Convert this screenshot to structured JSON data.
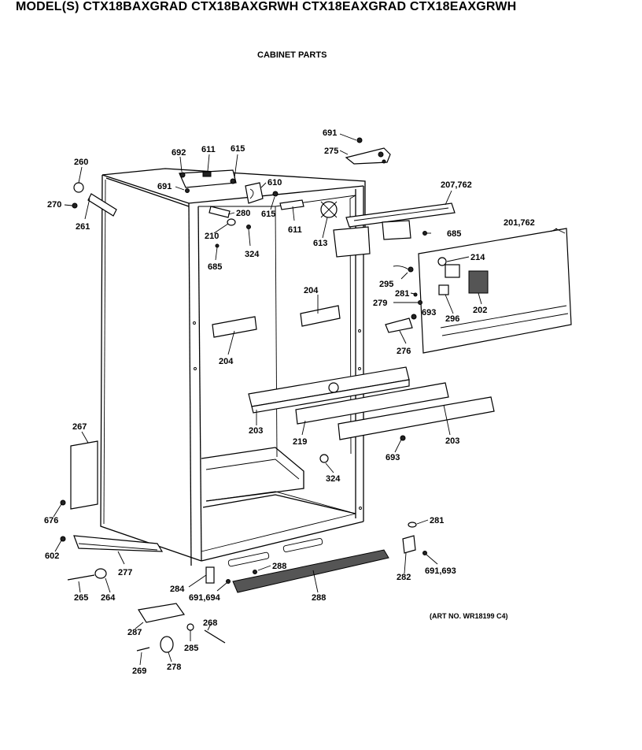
{
  "header": {
    "models": "MODEL(S) CTX18BAXGRAD  CTX18BAXGRWH  CTX18EAXGRAD  CTX18EAXGRWH",
    "subtitle": "CABINET PARTS"
  },
  "footer": {
    "art_no": "(ART NO. WR18199 C4)"
  },
  "callouts": {
    "c691_top": "691",
    "c275": "275",
    "c692": "692",
    "c611_top": "611",
    "c615_top": "615",
    "c260": "260",
    "c691_mid": "691",
    "c610": "610",
    "c270": "270",
    "c261_top": "261",
    "c280": "280",
    "c615_mid": "615",
    "c611_mid": "611",
    "c210": "210",
    "c324_top": "324",
    "c685_left": "685",
    "c613": "613",
    "c207_762": "207,762",
    "c685_right": "685",
    "c201_762": "201,762",
    "c214": "214",
    "c295": "295",
    "c281_top": "281",
    "c279": "279",
    "c693_small": "693",
    "c296": "296",
    "c202": "202",
    "c276": "276",
    "c204_right": "204",
    "c204_left": "204",
    "c203_left": "203",
    "c219": "219",
    "c203_right": "203",
    "c693_mid": "693",
    "c324_bottom": "324",
    "c267": "267",
    "c676": "676",
    "c602": "602",
    "c277": "277",
    "c265": "265",
    "c264": "264",
    "c288_top": "288",
    "c284": "284",
    "c691_694": "691,694",
    "c288_bottom": "288",
    "c281_bottom": "281",
    "c282": "282",
    "c691_693": "691,693",
    "c287": "287",
    "c268": "268",
    "c285": "285",
    "c269": "269",
    "c278": "278"
  }
}
